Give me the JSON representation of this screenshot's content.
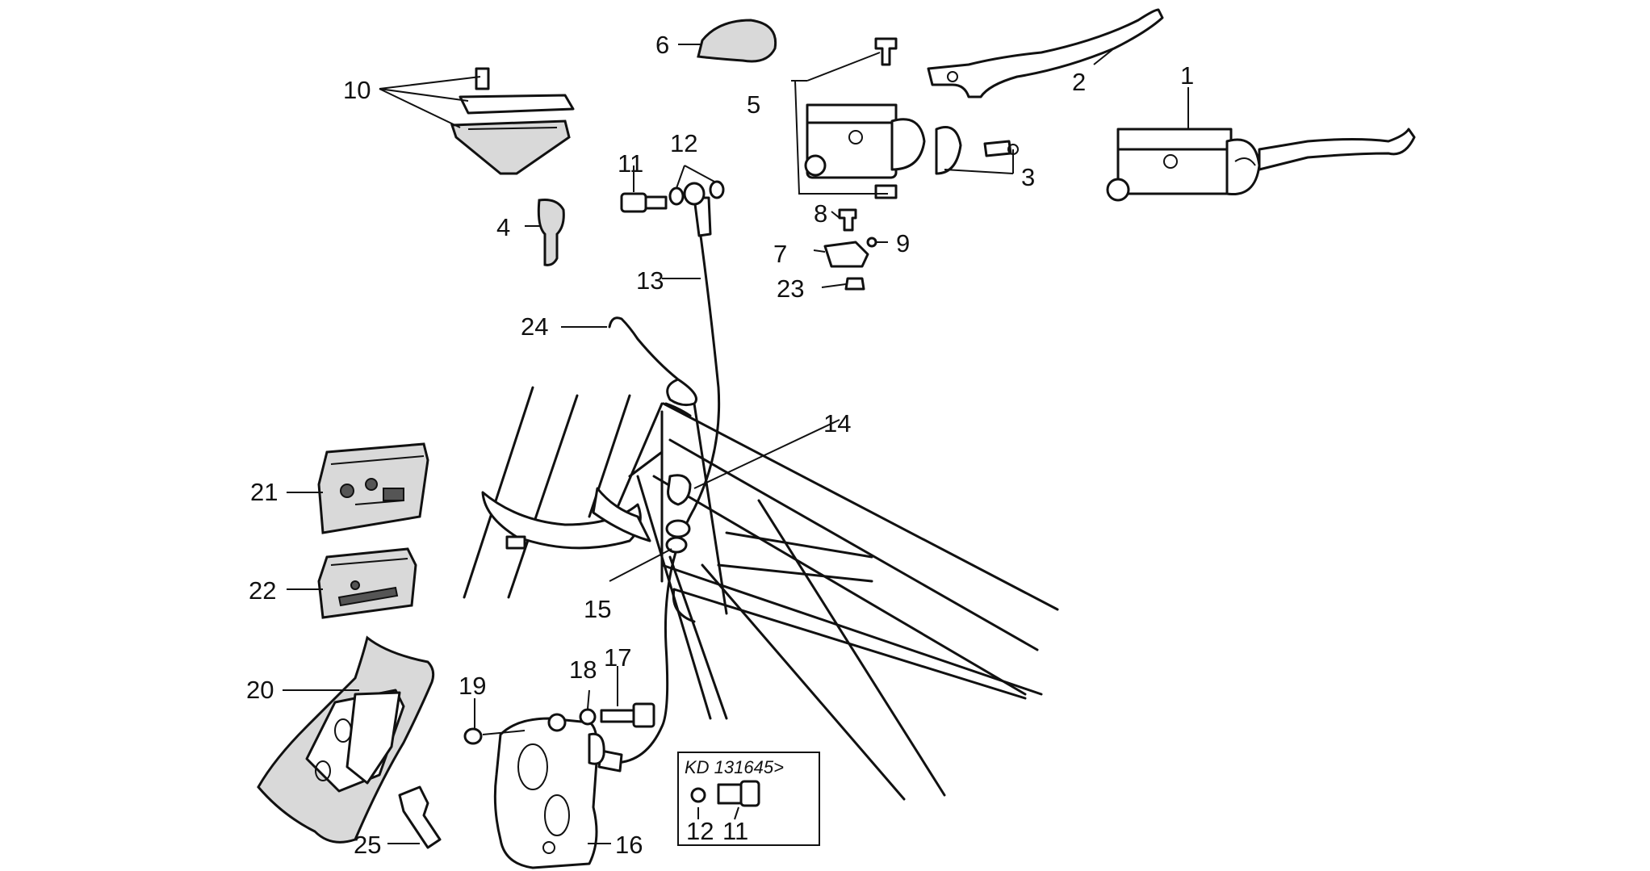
{
  "callouts": {
    "c1": "1",
    "c2": "2",
    "c3": "3",
    "c4": "4",
    "c5": "5",
    "c6": "6",
    "c7": "7",
    "c8": "8",
    "c9": "9",
    "c10": "10",
    "c11": "11",
    "c12": "12",
    "c13": "13",
    "c14": "14",
    "c15": "15",
    "c16": "16",
    "c17": "17",
    "c18": "18",
    "c19": "19",
    "c20": "20",
    "c21": "21",
    "c22": "22",
    "c23": "23",
    "c24": "24",
    "c25": "25",
    "c12b": "12",
    "c11b": "11"
  },
  "inset": {
    "label": "KD 131645>"
  }
}
